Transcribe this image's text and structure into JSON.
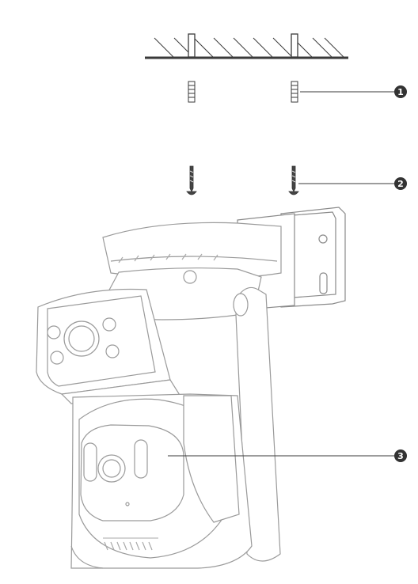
{
  "diagram": {
    "callouts": [
      {
        "label": "1",
        "part": "wall-anchor"
      },
      {
        "label": "2",
        "part": "screw"
      },
      {
        "label": "3",
        "part": "camera"
      }
    ],
    "colors": {
      "line": "#3a3a3a",
      "light_line": "#9a9a9a",
      "callout_fill": "#333333",
      "callout_text": "#ffffff"
    }
  }
}
